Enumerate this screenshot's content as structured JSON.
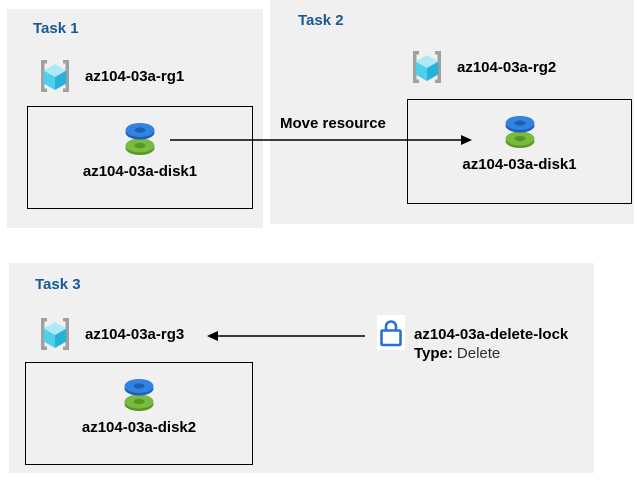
{
  "tasks": [
    {
      "title": "Task 1",
      "resource_group": "az104-03a-rg1",
      "resource": "az104-03a-disk1"
    },
    {
      "title": "Task 2",
      "resource_group": "az104-03a-rg2",
      "resource": "az104-03a-disk1"
    },
    {
      "title": "Task 3",
      "resource_group": "az104-03a-rg3",
      "resource": "az104-03a-disk2"
    }
  ],
  "move_arrow": {
    "label": "Move resource"
  },
  "lock": {
    "name": "az104-03a-delete-lock",
    "type_label": "Type:",
    "type_value": "Delete"
  },
  "icons": {
    "resource_group": "resource-group-icon",
    "disk": "disk-icon",
    "lock": "lock-icon"
  },
  "colors": {
    "panel_bg": "#f0f0f0",
    "title_text": "#175a96",
    "bracket_gray": "#a0a0a0",
    "cube_top": "#aee9f7",
    "cube_left": "#4ecfec",
    "cube_right": "#29b2d8",
    "disk_blue": "#3183e2",
    "disk_blue_dark": "#1d5fb4",
    "disk_green": "#79ba41",
    "disk_green_dark": "#569623",
    "lock_blue": "#2b6fd4",
    "arrow_color": "#000000"
  }
}
